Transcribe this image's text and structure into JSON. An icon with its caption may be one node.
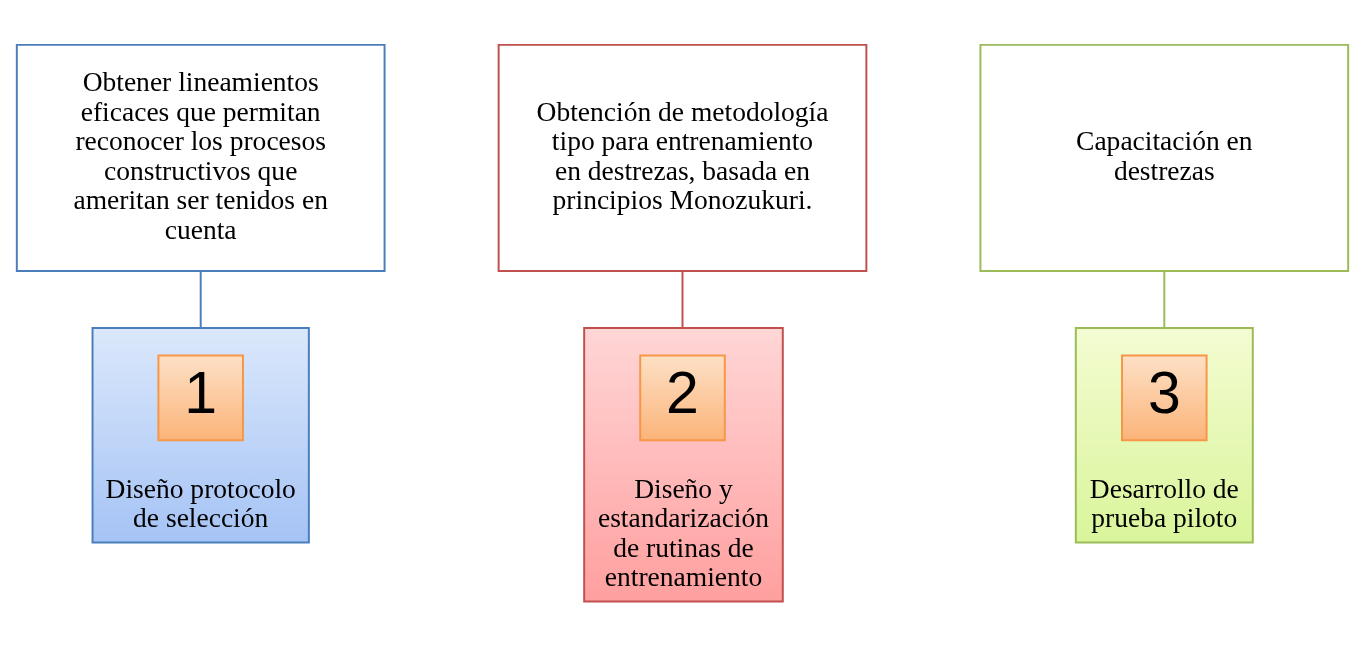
{
  "diagram": {
    "nodes": [
      {
        "text": [
          "Obtener lineamientos eficaces que permitan reconocer los procesos constructivos que ameritan ser tenidos en cuenta"
        ]
      },
      {
        "text": [
          "Obtención de metodología tipo para entrenamiento en destrezas, basada en principios Monozukuri."
        ]
      },
      {
        "text": [
          "Capacitación en destrezas"
        ]
      },
      {
        "text": [
          "Diseño protocolo de selección"
        ]
      },
      {
        "text": [
          "1"
        ],
        "in": 3
      },
      {
        "text": [
          "Diseño y estandarización de rutinas de entrenamiento"
        ]
      },
      {
        "text": [
          "2"
        ],
        "in": 5
      },
      {
        "text": [
          "Desarrollo de prueba piloto"
        ]
      },
      {
        "text": [
          "3"
        ],
        "in": 7
      }
    ],
    "edges": [
      {
        "from": 0,
        "to": 3,
        "arrow": "none",
        "color": "#4a7ebb"
      },
      {
        "from": 1,
        "to": 5,
        "arrow": "none",
        "color": "#c0504d"
      },
      {
        "from": 2,
        "to": 7,
        "arrow": "none",
        "color": "#9bbb59"
      }
    ]
  }
}
